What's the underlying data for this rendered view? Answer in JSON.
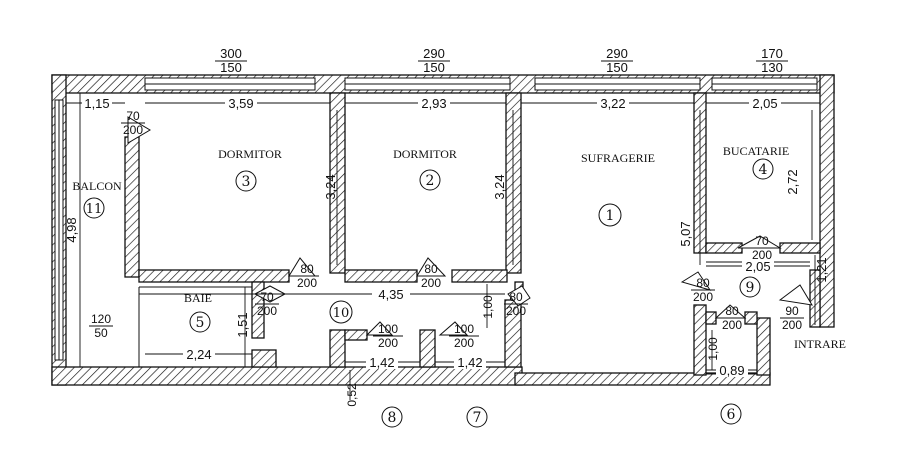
{
  "windows": [
    {
      "id": "w1",
      "width": "300",
      "height": "150"
    },
    {
      "id": "w2",
      "width": "290",
      "height": "150"
    },
    {
      "id": "w3",
      "width": "290",
      "height": "150"
    },
    {
      "id": "w4",
      "width": "170",
      "height": "130"
    },
    {
      "id": "w5",
      "width": "120",
      "height": "50"
    }
  ],
  "doors": [
    {
      "id": "d1",
      "width": "70",
      "height": "200"
    },
    {
      "id": "d2",
      "width": "80",
      "height": "200"
    },
    {
      "id": "d3",
      "width": "80",
      "height": "200"
    },
    {
      "id": "d4",
      "width": "70",
      "height": "200"
    },
    {
      "id": "d5",
      "width": "80",
      "height": "200"
    },
    {
      "id": "d6",
      "width": "100",
      "height": "200"
    },
    {
      "id": "d7",
      "width": "100",
      "height": "200"
    },
    {
      "id": "d8",
      "width": "70",
      "height": "200"
    },
    {
      "id": "d9",
      "width": "80",
      "height": "200"
    },
    {
      "id": "d10",
      "width": "80",
      "height": "200"
    },
    {
      "id": "d11",
      "width": "90",
      "height": "200"
    }
  ],
  "dimensions": {
    "balcony_width": "1,15",
    "balcony_length": "4,98",
    "bedroom3_width": "3,59",
    "bedroom3_depth": "3,24",
    "bedroom2_width": "2,93",
    "bedroom2_depth": "3,24",
    "living_width": "3,22",
    "living_depth": "5,07",
    "kitchen_width": "2,05",
    "kitchen_depth": "2,72",
    "hall_width": "4,35",
    "hall_height": "1,00",
    "bath_width": "2,24",
    "bath_depth": "1,51",
    "closet1_width": "1,42",
    "closet2_width": "1,42",
    "closet_depth": "0,52",
    "entry_width": "2,05",
    "entry_depth": "1,21",
    "wc_width": "0,89",
    "wc_depth": "1,00"
  },
  "rooms": [
    {
      "id": "balcon",
      "name": "BALCON",
      "number": "11"
    },
    {
      "id": "dormitor3",
      "name": "DORMITOR",
      "number": "3"
    },
    {
      "id": "dormitor2",
      "name": "DORMITOR",
      "number": "2"
    },
    {
      "id": "sufragerie",
      "name": "SUFRAGERIE",
      "number": "1"
    },
    {
      "id": "bucatarie",
      "name": "BUCATARIE",
      "number": "4"
    },
    {
      "id": "baie",
      "name": "BAIE",
      "number": "5"
    },
    {
      "id": "hol",
      "name": "",
      "number": "10"
    },
    {
      "id": "intrare",
      "name": "INTRARE",
      "number": "9"
    },
    {
      "id": "debara8",
      "name": "",
      "number": "8"
    },
    {
      "id": "debara7",
      "name": "",
      "number": "7"
    },
    {
      "id": "wc",
      "name": "",
      "number": "6"
    }
  ]
}
